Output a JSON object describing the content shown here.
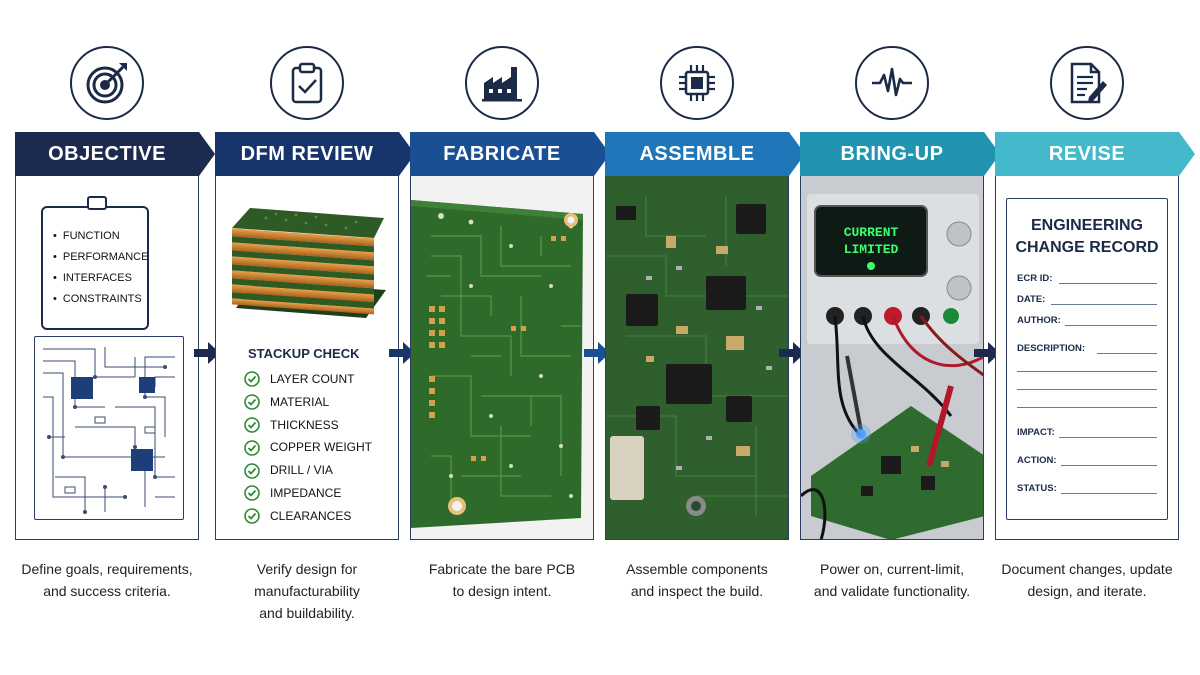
{
  "stages": [
    {
      "id": "objective",
      "title": "OBJECTIVE",
      "color": "#1b2a4e",
      "icon": "target-icon",
      "caption": [
        "Define goals, requirements,",
        "and success criteria."
      ],
      "bullets": [
        "FUNCTION",
        "PERFORMANCE",
        "INTERFACES",
        "CONSTRAINTS"
      ]
    },
    {
      "id": "dfm-review",
      "title": "DFM REVIEW",
      "color": "#17356b",
      "icon": "clipboard-check-icon",
      "caption": [
        "Verify design for manufacturability",
        "and buildability."
      ],
      "checklist_title": "STACKUP CHECK",
      "checklist": [
        "LAYER COUNT",
        "MATERIAL",
        "THICKNESS",
        "COPPER WEIGHT",
        "DRILL / VIA",
        "IMPEDANCE",
        "CLEARANCES"
      ]
    },
    {
      "id": "fabricate",
      "title": "FABRICATE",
      "color": "#1a4f94",
      "icon": "factory-icon",
      "caption": [
        "Fabricate the bare PCB",
        "to design intent."
      ]
    },
    {
      "id": "assemble",
      "title": "ASSEMBLE",
      "color": "#1f76b8",
      "icon": "chip-icon",
      "caption": [
        "Assemble components",
        "and inspect the build."
      ]
    },
    {
      "id": "bring-up",
      "title": "BRING-UP",
      "color": "#2094b0",
      "icon": "waveform-icon",
      "caption": [
        "Power on, current-limit,",
        "and validate functionality."
      ],
      "screen_text": [
        "CURRENT",
        "LIMITED"
      ]
    },
    {
      "id": "revise",
      "title": "REVISE",
      "color": "#45b9cc",
      "icon": "document-edit-icon",
      "caption": [
        "Document changes, update",
        "design,  and iterate."
      ],
      "form_title": [
        "ENGINEERING",
        "CHANGE RECORD"
      ],
      "form_fields": [
        "ECR ID:",
        "DATE:",
        "AUTHOR:",
        "DESCRIPTION:",
        "IMPACT:",
        "ACTION:",
        "STATUS:"
      ]
    }
  ]
}
